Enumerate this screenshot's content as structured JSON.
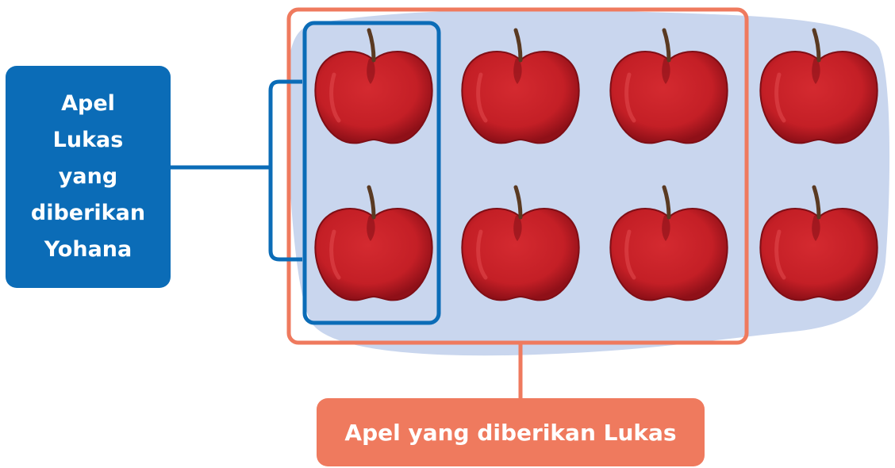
{
  "labels": {
    "blue_label": [
      "Apel",
      "Lukas",
      "yang",
      "diberikan",
      "Yohana"
    ],
    "orange_label": "Apel yang diberikan Lukas"
  },
  "apples": {
    "rows": 2,
    "columns": 4,
    "total": 8,
    "in_blue_group": 2,
    "in_orange_group": 6
  },
  "colors": {
    "background_blob": "#c9d6ee",
    "blue": "#0b6cb7",
    "orange": "#ef7a5e",
    "apple": "#c8202a",
    "apple_shadow": "#8f1018",
    "stem": "#5a3a22"
  }
}
